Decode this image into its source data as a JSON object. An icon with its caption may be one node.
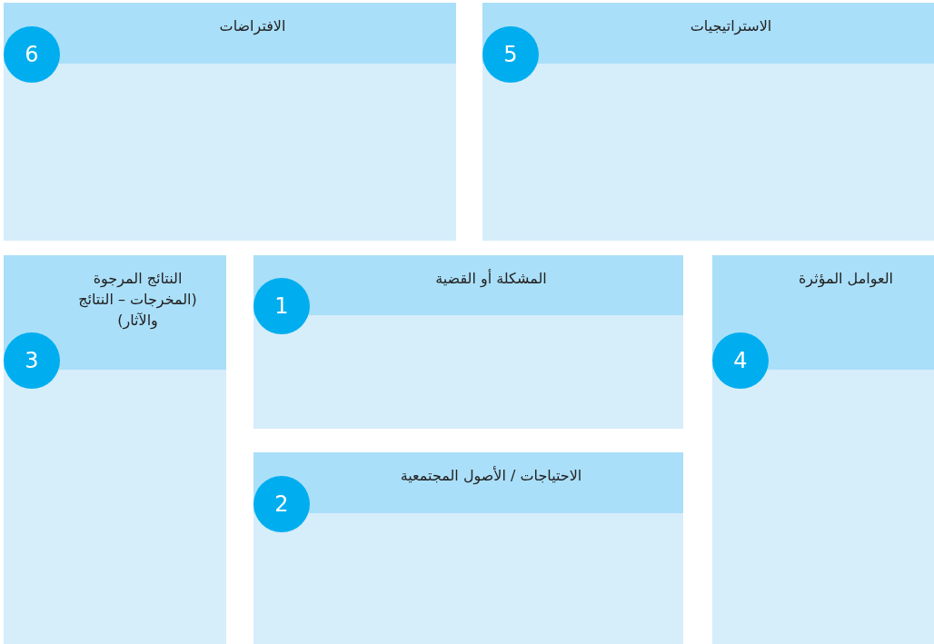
{
  "diagram": {
    "nodes": [
      {
        "text": [
          "الافتراضات"
        ]
      },
      {
        "text": [
          "6"
        ],
        "in": 0
      },
      {
        "text": [
          "الاستراتيجيات"
        ]
      },
      {
        "text": [
          "5"
        ],
        "in": 2
      },
      {
        "text": [
          "النتائج المرجوة (المخرجات – النتائج والآثار)"
        ]
      },
      {
        "text": [
          "3"
        ],
        "in": 4
      },
      {
        "text": [
          "المشكلة أو القضية"
        ]
      },
      {
        "text": [
          "1"
        ],
        "in": 6
      },
      {
        "text": [
          "العوامل المؤثرة"
        ]
      },
      {
        "text": [
          "4"
        ],
        "in": 8
      },
      {
        "text": [
          "الاحتياجات / الأصول المجتمعية"
        ]
      },
      {
        "text": [
          "2"
        ],
        "in": 10
      }
    ]
  }
}
